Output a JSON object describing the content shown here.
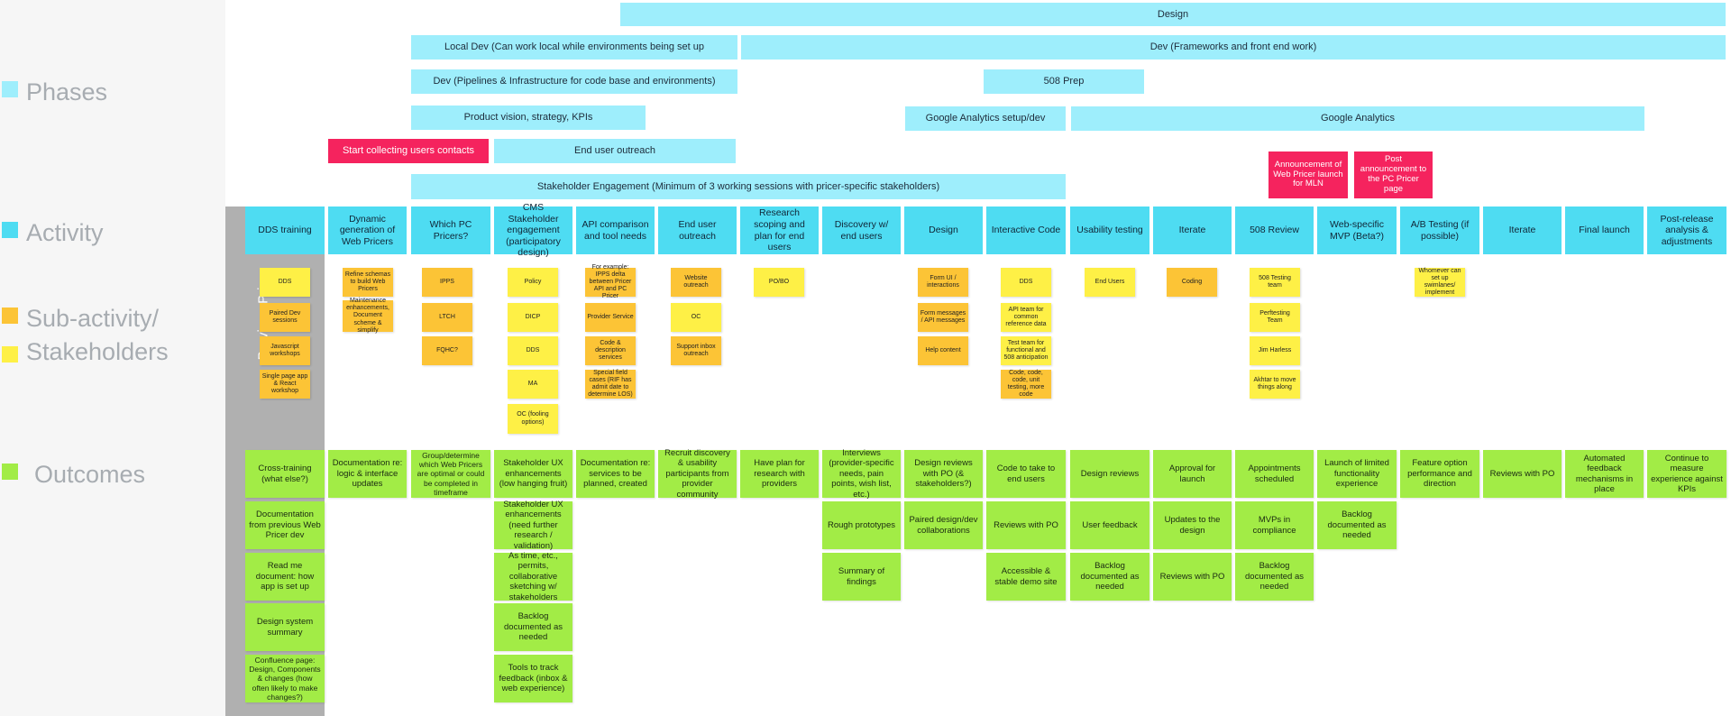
{
  "legend": {
    "phases": "Phases",
    "activity": "Activity",
    "sub_activity": "Sub-activity/",
    "stakeholders": "Stakeholders",
    "outcomes": "Outcomes",
    "colors": {
      "phases": "#9eeefc",
      "activity": "#4edcf2",
      "sub_orange": "#fcc436",
      "sub_yellow": "#fef046",
      "outcomes": "#a2ec46"
    }
  },
  "swimlane_label": "Previous Pricer",
  "phases": [
    {
      "label": "Design",
      "color": "cyan"
    },
    {
      "label": "Local Dev (Can work local while environments being set up",
      "color": "cyan"
    },
    {
      "label": "Dev (Frameworks and front end work)",
      "color": "cyan"
    },
    {
      "label": "Dev (Pipelines & Infrastructure for code base and environments)",
      "color": "cyan"
    },
    {
      "label": "508 Prep",
      "color": "cyan"
    },
    {
      "label": "Product vision, strategy, KPIs",
      "color": "cyan"
    },
    {
      "label": "Google Analytics setup/dev",
      "color": "cyan"
    },
    {
      "label": "Google Analytics",
      "color": "cyan"
    },
    {
      "label": "Start collecting users contacts",
      "color": "red"
    },
    {
      "label": "End user outreach",
      "color": "cyan"
    },
    {
      "label": "Announcement of Web Pricer launch for MLN",
      "color": "red"
    },
    {
      "label": "Post announcement to the PC Pricer page",
      "color": "red"
    },
    {
      "label": "Stakeholder Engagement (Minimum of 3 working sessions with pricer-specific stakeholders)",
      "color": "cyan"
    }
  ],
  "activities": [
    "DDS training",
    "Dynamic generation of Web Pricers",
    "Which PC Pricers?",
    "CMS Stakeholder engagement (participatory design)",
    "API comparison and tool needs",
    "End user outreach",
    "Research scoping and plan for end users",
    "Discovery w/ end users",
    "Design",
    "Interactive Code",
    "Usability testing",
    "Iterate",
    "508 Review",
    "Web-specific MVP (Beta?)",
    "A/B Testing (if possible)",
    "Iterate",
    "Final launch",
    "Post-release analysis & adjustments"
  ],
  "subactivities": [
    [
      "DDS",
      "Paired Dev sessions",
      "Javascript workshops",
      "Single page app & React workshop"
    ],
    [
      "Refine schemas to build Web Pricers",
      "Maintenance enhancements, Document scheme & simplify"
    ],
    [
      "IPPS",
      "LTCH",
      "FQHC?"
    ],
    [
      "Policy",
      "DICP",
      "DDS",
      "MA",
      "OC (fooling options)"
    ],
    [
      "For example: IPPS delta between Pricer API and PC Pricer",
      "Provider Service",
      "Code & description services",
      "Special field cases (RIF has admit date to determine LOS)"
    ],
    [
      "Website outreach",
      "OC",
      "Support inbox outreach"
    ],
    [
      "PO/BO"
    ],
    [],
    [
      "Form UI / interactions",
      "Form messages / API messages",
      "Help content"
    ],
    [
      "DDS",
      "API team for common reference data",
      "Test team for functional and 508 anticipation",
      "Code, code, code, unit testing, more code"
    ],
    [
      "End Users"
    ],
    [
      "Coding"
    ],
    [
      "508 Testing team",
      "Perftesting Team",
      "Jim Harless",
      "Akhtar to move things along"
    ],
    [],
    [
      "Whomever can set up swimlanes/ implement"
    ],
    [],
    [],
    []
  ],
  "outcomes": [
    [
      "Cross-training (what else?)",
      "Documentation from previous Web Pricer dev",
      "Read me document: how app is set up",
      "Design system summary",
      "Confluence page: Design, Components & changes (how often likely to make changes?)"
    ],
    [
      "Documentation re: logic & interface updates"
    ],
    [
      "Group/determine which Web Pricers are optimal or could be completed in timeframe"
    ],
    [
      "Stakeholder UX enhancements (low hanging fruit)",
      "Stakeholder UX enhancements (need further research / validation)",
      "As time, etc., permits, collaborative sketching w/ stakeholders",
      "Backlog documented as needed",
      "Tools to track feedback (inbox & web experience)"
    ],
    [
      "Documentation re: services to be planned, created"
    ],
    [
      "Recruit discovery & usability participants from provider community"
    ],
    [
      "Have plan for research with providers"
    ],
    [
      "Interviews (provider-specific needs, pain points, wish list, etc.)",
      "Rough prototypes",
      "Summary of findings"
    ],
    [
      "Design reviews with PO (& stakeholders?)",
      "Paired design/dev collaborations"
    ],
    [
      "Code to take to end users",
      "Reviews with PO",
      "Accessible & stable demo site"
    ],
    [
      "Design reviews",
      "User feedback",
      "Backlog documented as needed"
    ],
    [
      "Approval for launch",
      "Updates to the design",
      "Reviews with PO"
    ],
    [
      "Appointments scheduled",
      "MVPs in compliance",
      "Backlog documented as needed"
    ],
    [
      "Launch of limited functionality experience",
      "Backlog documented as needed"
    ],
    [
      "Feature option performance and direction"
    ],
    [
      "Reviews with PO"
    ],
    [
      "Automated feedback mechanisms in place"
    ],
    [
      "Continue to measure experience against KPIs"
    ]
  ]
}
